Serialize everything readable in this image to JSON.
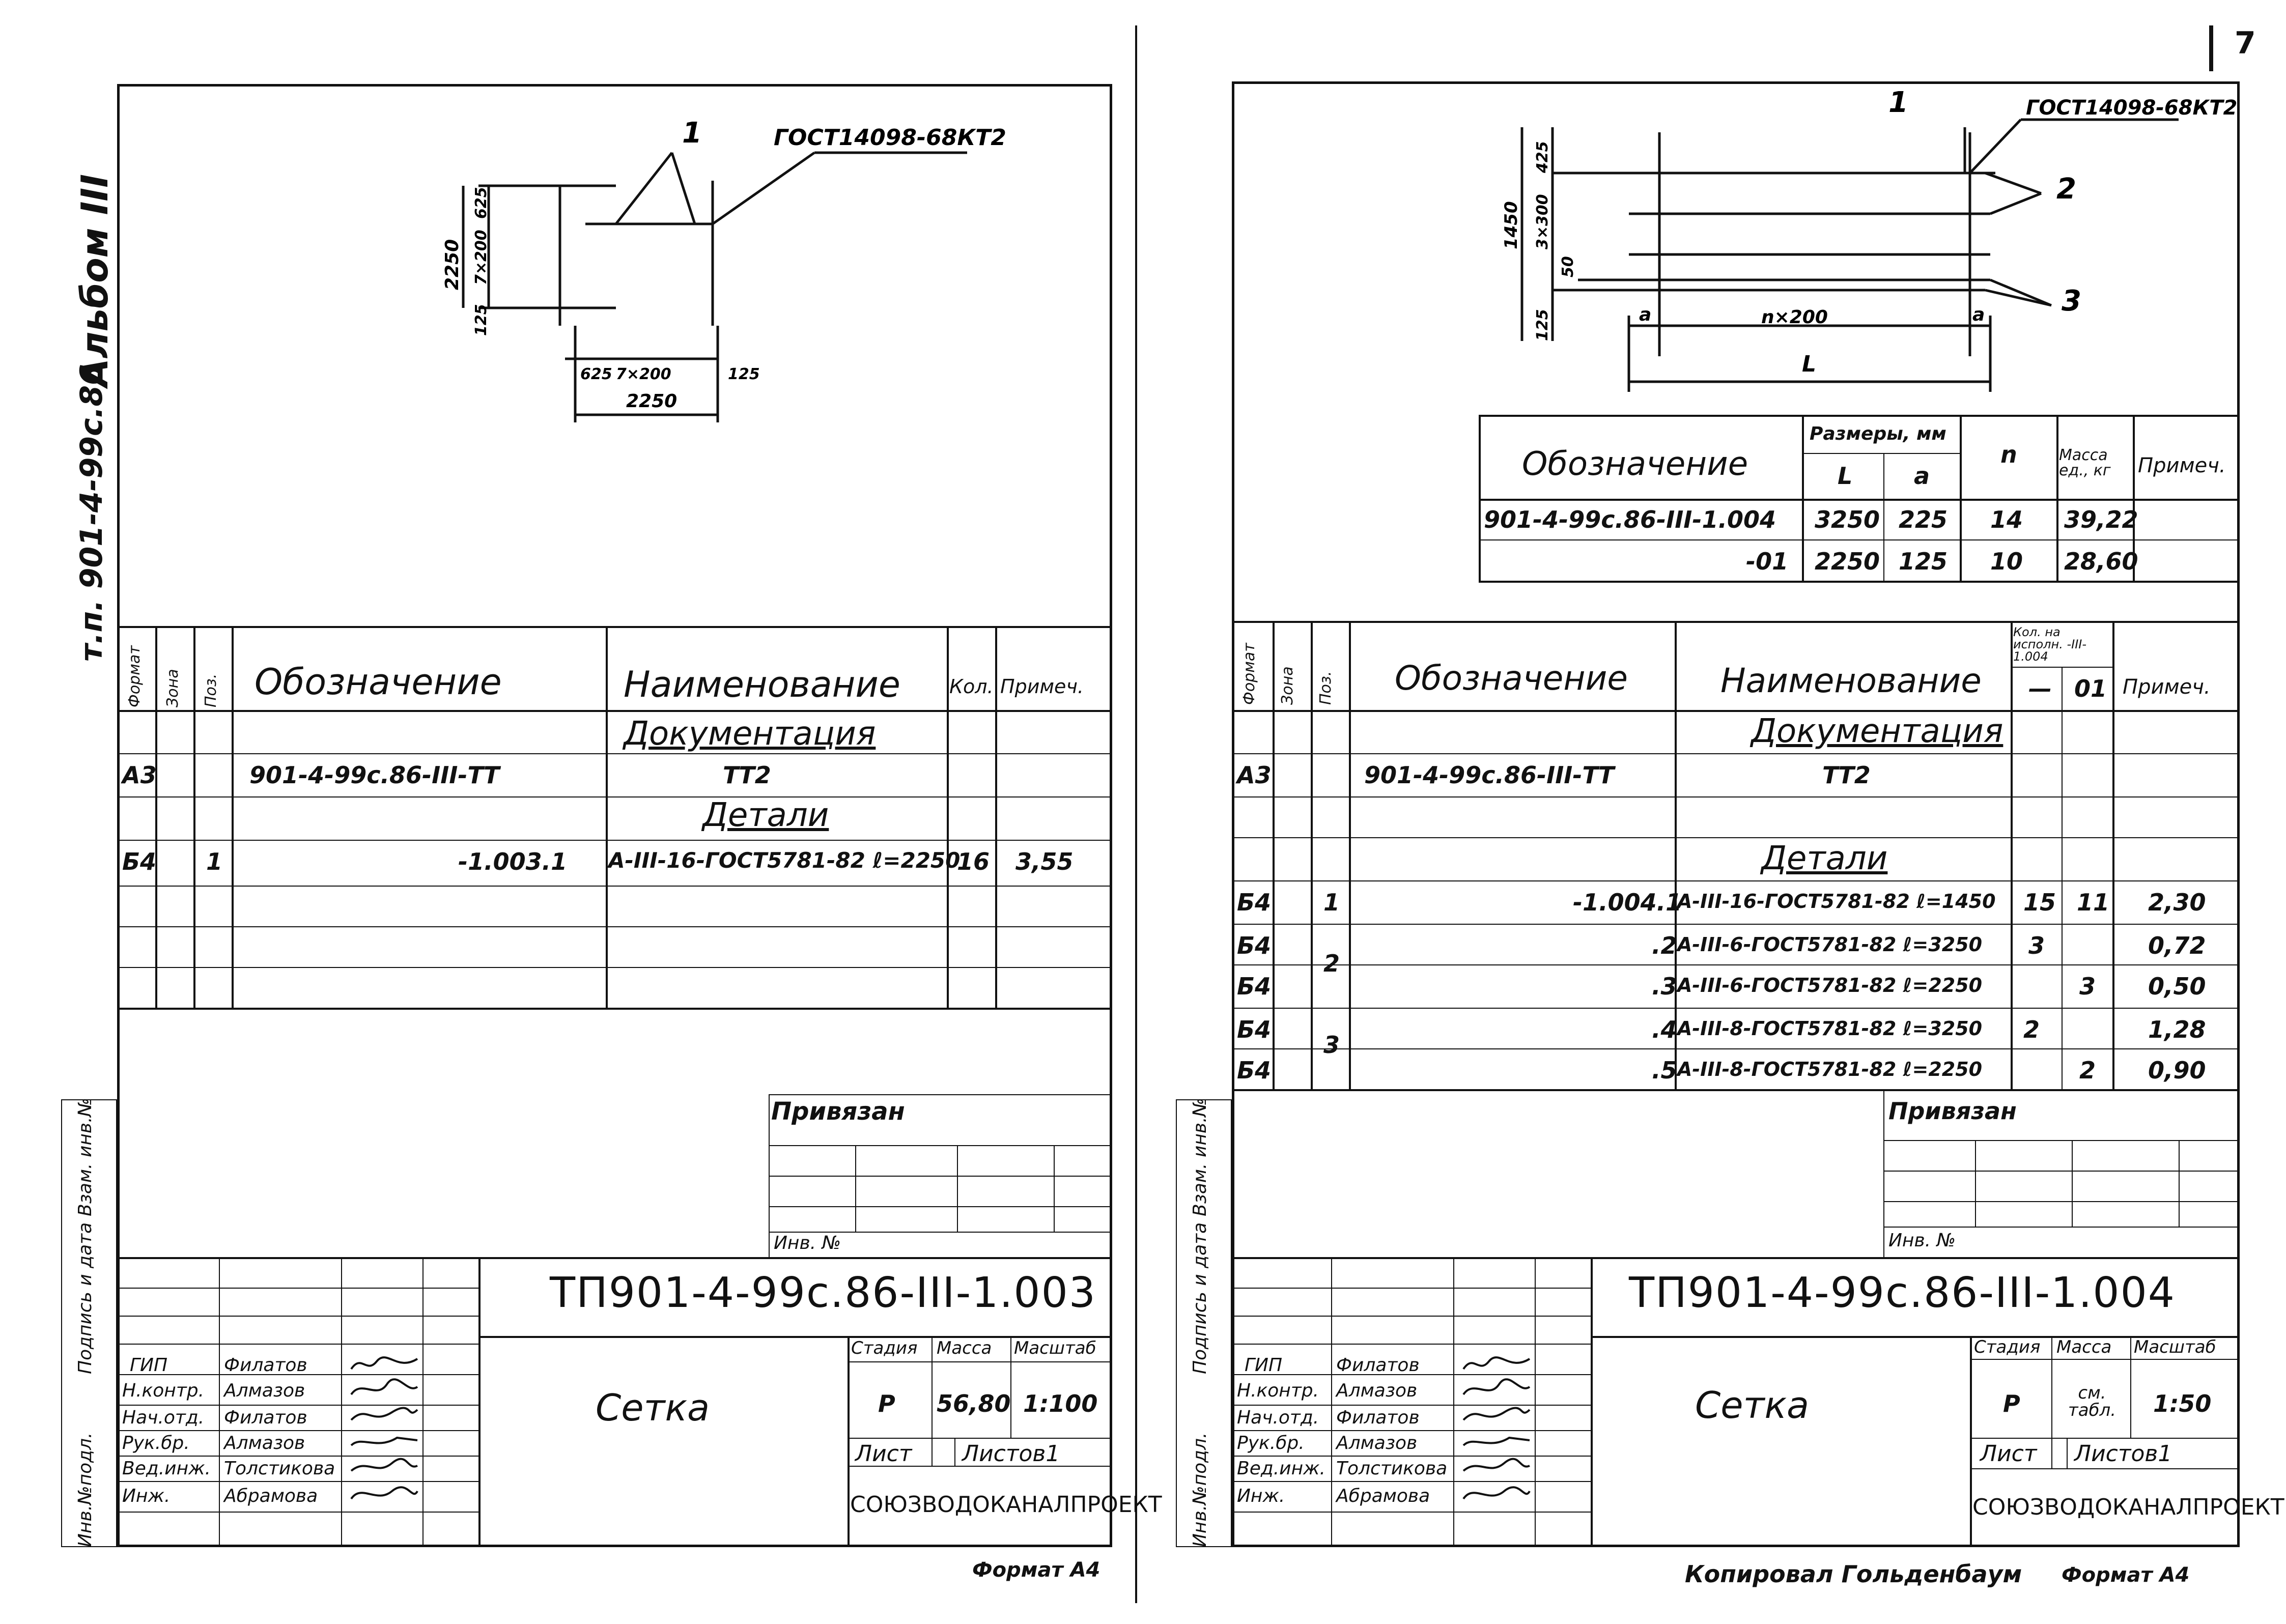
{
  "page_number": "7",
  "side": {
    "album": "Альбом III",
    "code": "т.п. 901-4-99с.86",
    "footer_fields": [
      "Инв.№подл.",
      "Подпись и дата",
      "Взам. инв.№"
    ]
  },
  "left": {
    "drawing": {
      "gost_label": "ГОСТ14098-68КТ2",
      "pos_label": "1",
      "height_total": "2250",
      "dim_625_v": "625",
      "dim_7x200_v": "7×200",
      "dim_125_v": "125",
      "dim_625_h": "625",
      "dim_7x200_h": "7×200",
      "dim_125_h": "125",
      "width_total": "2250"
    },
    "spec": {
      "headers": {
        "format": "Формат",
        "zone": "Зона",
        "pos": "Поз.",
        "designation": "Обозначение",
        "name": "Наименование",
        "qty": "Кол.",
        "note": "Примеч."
      },
      "section_docs": "Документация",
      "section_details": "Детали",
      "doc_row": {
        "format": "А3",
        "designation": "901-4-99с.86-III-ТТ",
        "name": "ТТ2"
      },
      "detail_row": {
        "format": "Б4",
        "pos": "1",
        "designation": "-1.003.1",
        "name": "А-III-16-ГОСТ5781-82 ℓ=2250",
        "qty": "16",
        "note": "3,55"
      }
    },
    "privyazan": "Привязан",
    "inv": "Инв. №",
    "title_block": {
      "doc_code": "ТП901-4-99с.86-III-1.003",
      "title": "Сетка",
      "stage_label": "Стадия",
      "mass_label": "Масса",
      "scale_label": "Масштаб",
      "stage": "Р",
      "mass": "56,80",
      "scale": "1:100",
      "sheet_label": "Лист",
      "sheets_label": "Листов1",
      "org": "СОЮЗВОДОКАНАЛПРОЕКТ",
      "roles": [
        "ГИП",
        "Н.контр.",
        "Нач.отд.",
        "Рук.бр.",
        "Вед.инж.",
        "Инж."
      ],
      "names": [
        "Филатов",
        "Алмазов",
        "Филатов",
        "Алмазов",
        "Толстикова",
        "Абрамова"
      ]
    },
    "format": "Формат А4"
  },
  "right": {
    "drawing": {
      "gost_label": "ГОСТ14098-68КТ2",
      "pos1": "1",
      "pos2": "2",
      "pos3": "3",
      "dim_1450": "1450",
      "dim_425": "425",
      "dim_3x300": "3×300",
      "dim_50": "50",
      "dim_125": "125",
      "dim_a1": "a",
      "dim_nx200": "n×200",
      "dim_a2": "a",
      "dim_L": "L"
    },
    "dim_table": {
      "h_designation": "Обозначение",
      "h_sizes": "Размеры, мм",
      "h_L": "L",
      "h_a": "a",
      "h_n": "n",
      "h_mass": "Масса ед., кг",
      "h_note": "Примеч.",
      "rows": [
        {
          "designation": "901-4-99с.86-III-1.004",
          "L": "3250",
          "a": "225",
          "n": "14",
          "mass": "39,22"
        },
        {
          "designation": "-01",
          "L": "2250",
          "a": "125",
          "n": "10",
          "mass": "28,60"
        }
      ]
    },
    "spec": {
      "headers": {
        "format": "Формат",
        "zone": "Зона",
        "pos": "Поз.",
        "designation": "Обозначение",
        "name": "Наименование",
        "qty_group": "Кол. на исполн. -III-1.004",
        "col_dash": "—",
        "col_01": "01",
        "note": "Примеч."
      },
      "section_docs": "Документация",
      "section_details": "Детали",
      "doc_row": {
        "format": "А3",
        "designation": "901-4-99с.86-III-ТТ",
        "name": "ТТ2"
      },
      "rows": [
        {
          "format": "Б4",
          "pos": "1",
          "designation": "-1.004.1",
          "name": "А-III-16-ГОСТ5781-82 ℓ=1450",
          "q0": "15",
          "q1": "11",
          "note": "2,30"
        },
        {
          "format": "Б4",
          "pos": "",
          "designation": ".2",
          "name": "А-III-6-ГОСТ5781-82 ℓ=3250",
          "q0": "3",
          "q1": "",
          "note": "0,72"
        },
        {
          "format": "Б4",
          "pos": "2",
          "designation": ".3",
          "name": "А-III-6-ГОСТ5781-82 ℓ=2250",
          "q0": "",
          "q1": "3",
          "note": "0,50"
        },
        {
          "format": "Б4",
          "pos": "",
          "designation": ".4",
          "name": "А-III-8-ГОСТ5781-82 ℓ=3250",
          "q0": "2",
          "q1": "",
          "note": "1,28"
        },
        {
          "format": "Б4",
          "pos": "3",
          "designation": ".5",
          "name": "А-III-8-ГОСТ5781-82 ℓ=2250",
          "q0": "",
          "q1": "2",
          "note": "0,90"
        }
      ]
    },
    "privyazan": "Привязан",
    "inv": "Инв. №",
    "title_block": {
      "doc_code": "ТП901-4-99с.86-III-1.004",
      "title": "Сетка",
      "stage_label": "Стадия",
      "mass_label": "Масса",
      "scale_label": "Масштаб",
      "stage": "Р",
      "mass": "см. табл.",
      "scale": "1:50",
      "sheet_label": "Лист",
      "sheets_label": "Листов1",
      "org": "СОЮЗВОДОКАНАЛПРОЕКТ",
      "roles": [
        "ГИП",
        "Н.контр.",
        "Нач.отд.",
        "Рук.бр.",
        "Вед.инж.",
        "Инж."
      ],
      "names": [
        "Филатов",
        "Алмазов",
        "Филатов",
        "Алмазов",
        "Толстикова",
        "Абрамова"
      ]
    },
    "copied_by": "Копировал Гольденбаум",
    "format": "Формат А4"
  }
}
